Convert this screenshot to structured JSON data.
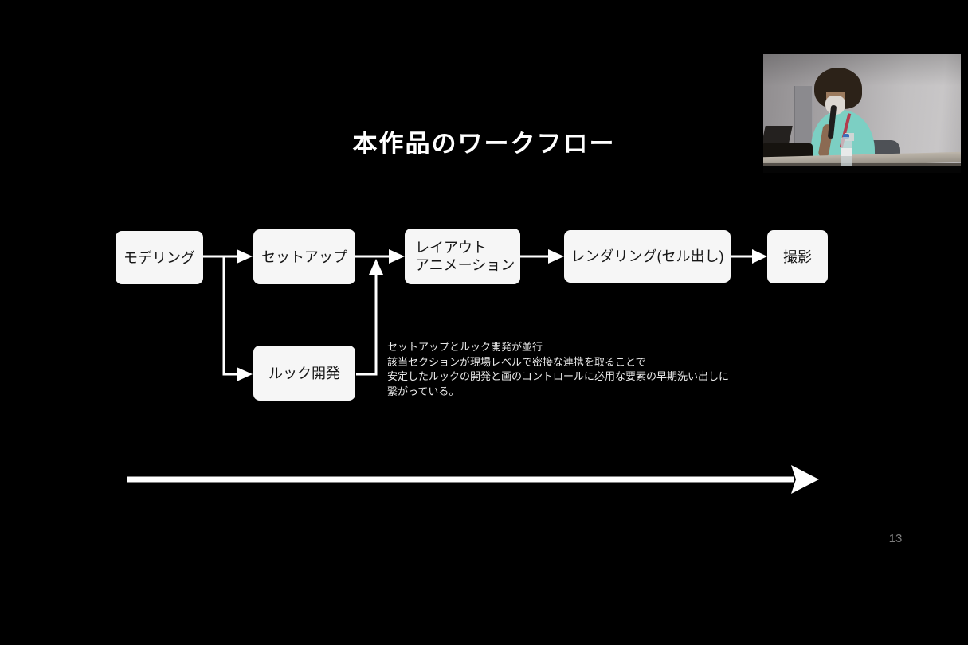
{
  "slide": {
    "title": "本作品のワークフロー",
    "page_number": "13",
    "flow": {
      "boxes": [
        {
          "label": "モデリング"
        },
        {
          "label": "セットアップ"
        },
        {
          "label_line1": "レイアウト",
          "label_line2": "アニメーション"
        },
        {
          "label": "レンダリング(セル出し)"
        },
        {
          "label": "撮影"
        },
        {
          "label": "ルック開発"
        }
      ]
    },
    "annotation_lines": [
      "セットアップとルック開発が並行",
      "該当セクションが現場レベルで密接な連携を取ることで",
      "安定したルックの開発と画のコントロールに必用な要素の早期洗い出しに",
      "繋がっている。"
    ],
    "colors": {
      "background": "#000000",
      "box_fill": "#f6f6f6",
      "box_text": "#161616",
      "connector": "#ffffff",
      "title_text": "#ffffff",
      "annotation_text": "#e9e9e9",
      "page_number": "#7d7d7d"
    }
  },
  "webcam": {
    "colors": {
      "wall": "#b5b3b4",
      "hair": "#2c2218",
      "mask": "#dcd7d1",
      "shirt": "#7ccfc3",
      "lanyard": "#b23c4e",
      "bottle_cap": "#3a6fba",
      "table": "#a39c91",
      "chair": "#4e5156"
    }
  }
}
